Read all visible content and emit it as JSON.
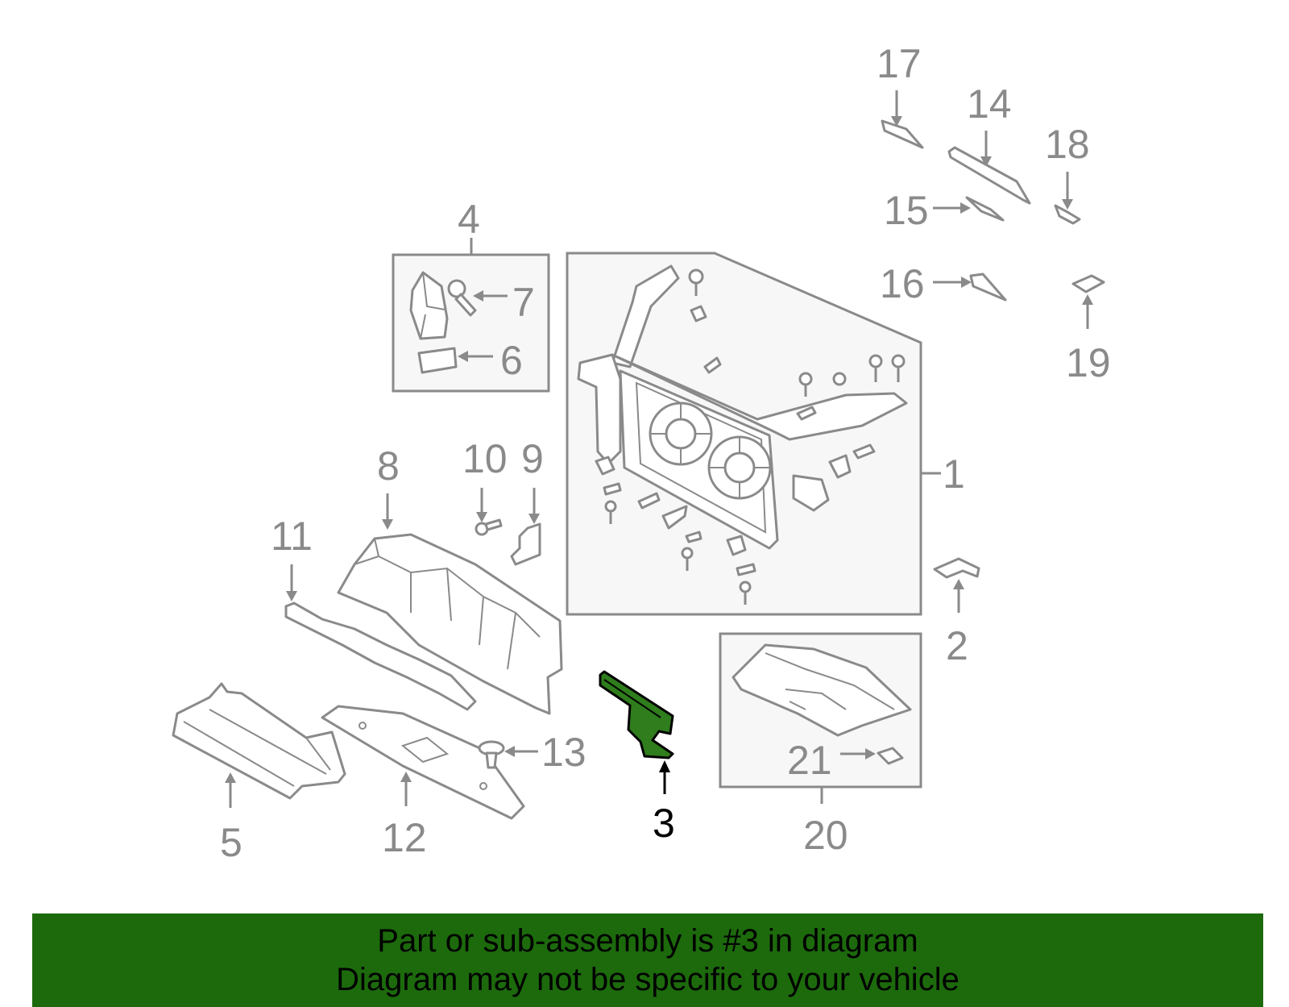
{
  "callouts": {
    "c1": "1",
    "c2": "2",
    "c3": "3",
    "c4": "4",
    "c5": "5",
    "c6": "6",
    "c7": "7",
    "c8": "8",
    "c9": "9",
    "c10": "10",
    "c11": "11",
    "c12": "12",
    "c13": "13",
    "c14": "14",
    "c15": "15",
    "c16": "16",
    "c17": "17",
    "c18": "18",
    "c19": "19",
    "c20": "20",
    "c21": "21"
  },
  "highlight": {
    "part_number": "3",
    "color": "#2f7d1c"
  },
  "banner": {
    "line1": "Part or sub-assembly is #3 in diagram",
    "line2": "Diagram may not be specific to your vehicle",
    "background": "#1c6a0c"
  }
}
